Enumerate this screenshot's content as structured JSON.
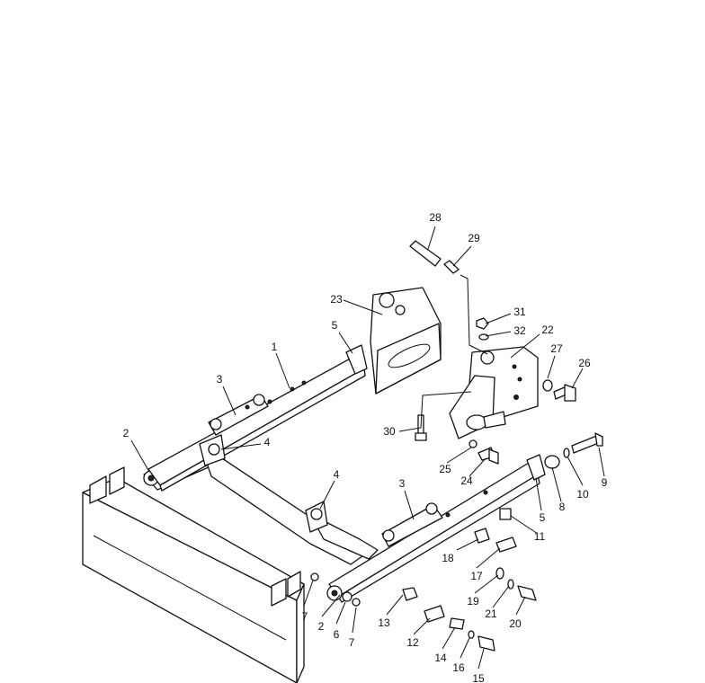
{
  "callouts": [
    {
      "key": "c28",
      "text": "28"
    },
    {
      "key": "c29",
      "text": "29"
    },
    {
      "key": "c23",
      "text": "23"
    },
    {
      "key": "c31",
      "text": "31"
    },
    {
      "key": "c22",
      "text": "22"
    },
    {
      "key": "c32",
      "text": "32"
    },
    {
      "key": "c5a",
      "text": "5"
    },
    {
      "key": "c1",
      "text": "1"
    },
    {
      "key": "c27",
      "text": "27"
    },
    {
      "key": "c26",
      "text": "26"
    },
    {
      "key": "c3a",
      "text": "3"
    },
    {
      "key": "c30",
      "text": "30"
    },
    {
      "key": "c2a",
      "text": "2"
    },
    {
      "key": "c4a",
      "text": "4"
    },
    {
      "key": "c9",
      "text": "9"
    },
    {
      "key": "c25",
      "text": "25"
    },
    {
      "key": "c24",
      "text": "24"
    },
    {
      "key": "c10",
      "text": "10"
    },
    {
      "key": "c8",
      "text": "8"
    },
    {
      "key": "c4b",
      "text": "4"
    },
    {
      "key": "c3b",
      "text": "3"
    },
    {
      "key": "c5b",
      "text": "5"
    },
    {
      "key": "c11",
      "text": "11"
    },
    {
      "key": "c18",
      "text": "18"
    },
    {
      "key": "c17",
      "text": "17"
    },
    {
      "key": "c19",
      "text": "19"
    },
    {
      "key": "c21",
      "text": "21"
    },
    {
      "key": "c20",
      "text": "20"
    },
    {
      "key": "c7a",
      "text": "7"
    },
    {
      "key": "c2b",
      "text": "2"
    },
    {
      "key": "c6",
      "text": "6"
    },
    {
      "key": "c7b",
      "text": "7"
    },
    {
      "key": "c13",
      "text": "13"
    },
    {
      "key": "c12",
      "text": "12"
    },
    {
      "key": "c14",
      "text": "14"
    },
    {
      "key": "c16",
      "text": "16"
    },
    {
      "key": "c15",
      "text": "15"
    }
  ]
}
